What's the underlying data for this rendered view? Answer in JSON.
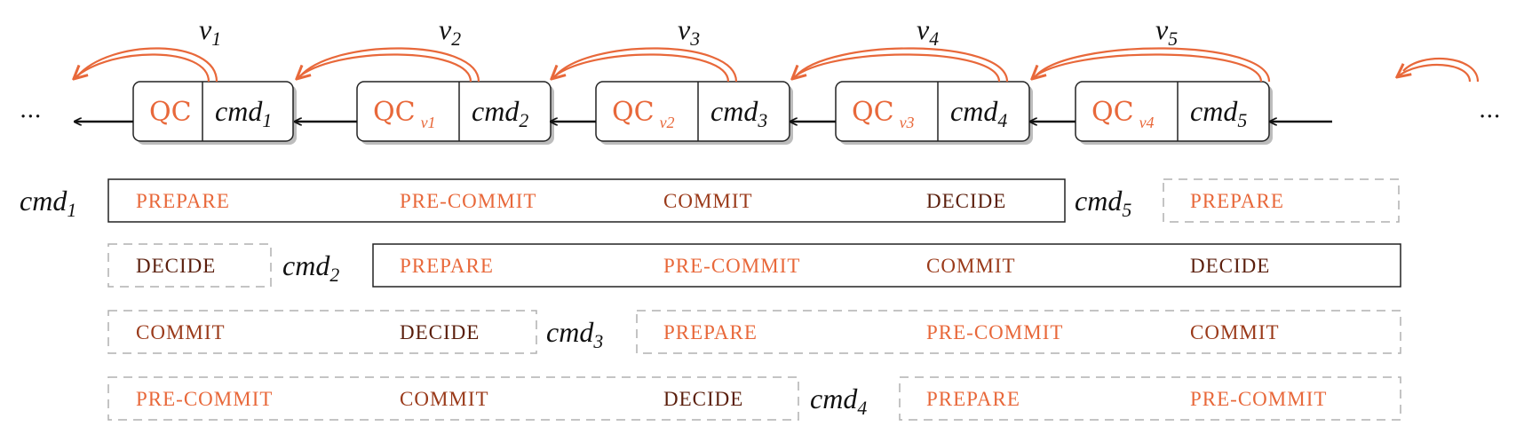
{
  "colors": {
    "accent": "#e8683a",
    "dark_phase": "#5a1e0c",
    "mid_phase": "#9a3a1a",
    "border": "#222222",
    "dashed": "#b0b0b0",
    "shadow": "#bdbdbd"
  },
  "ellipsis": "···",
  "views": [
    {
      "label": "v",
      "sub": "1"
    },
    {
      "label": "v",
      "sub": "2"
    },
    {
      "label": "v",
      "sub": "3"
    },
    {
      "label": "v",
      "sub": "4"
    },
    {
      "label": "v",
      "sub": "5"
    }
  ],
  "blocks": [
    {
      "qc": "QC",
      "qc_sub": "",
      "cmd": "cmd",
      "cmd_sub": "1"
    },
    {
      "qc": "QC",
      "qc_sub": "v1",
      "cmd": "cmd",
      "cmd_sub": "2"
    },
    {
      "qc": "QC",
      "qc_sub": "v2",
      "cmd": "cmd",
      "cmd_sub": "3"
    },
    {
      "qc": "QC",
      "qc_sub": "v3",
      "cmd": "cmd",
      "cmd_sub": "4"
    },
    {
      "qc": "QC",
      "qc_sub": "v4",
      "cmd": "cmd",
      "cmd_sub": "5"
    }
  ],
  "rows": [
    {
      "segments": [
        {
          "label": "cmd",
          "sub": "1",
          "style": "solid",
          "phases": [
            "PREPARE",
            "PRE-COMMIT",
            "COMMIT",
            "DECIDE"
          ]
        },
        {
          "label": "cmd",
          "sub": "5",
          "style": "dashed",
          "phases": [
            "PREPARE"
          ]
        }
      ]
    },
    {
      "segments": [
        {
          "label": "",
          "sub": "",
          "style": "dashed",
          "phases": [
            "DECIDE"
          ]
        },
        {
          "label": "cmd",
          "sub": "2",
          "style": "solid",
          "phases": [
            "PREPARE",
            "PRE-COMMIT",
            "COMMIT",
            "DECIDE"
          ]
        }
      ]
    },
    {
      "segments": [
        {
          "label": "",
          "sub": "",
          "style": "dashed",
          "phases": [
            "COMMIT",
            "DECIDE"
          ]
        },
        {
          "label": "cmd",
          "sub": "3",
          "style": "dashed",
          "phases": [
            "PREPARE",
            "PRE-COMMIT",
            "COMMIT"
          ]
        }
      ]
    },
    {
      "segments": [
        {
          "label": "",
          "sub": "",
          "style": "dashed",
          "phases": [
            "PRE-COMMIT",
            "COMMIT",
            "DECIDE"
          ]
        },
        {
          "label": "cmd",
          "sub": "4",
          "style": "dashed",
          "phases": [
            "PREPARE",
            "PRE-COMMIT"
          ]
        }
      ]
    }
  ]
}
